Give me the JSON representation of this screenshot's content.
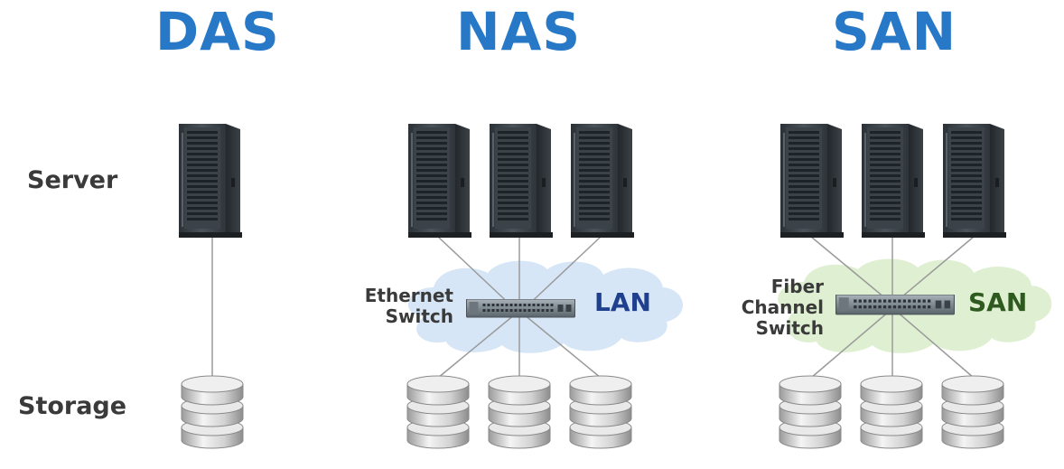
{
  "headings": {
    "das": "DAS",
    "nas": "NAS",
    "san": "SAN"
  },
  "row_labels": {
    "server": "Server",
    "storage": "Storage"
  },
  "nas": {
    "switch_label_1": "Ethernet",
    "switch_label_2": "Switch",
    "network_label": "LAN",
    "network_color": "#1f3f8f",
    "cloud_color": "#d6e6f7"
  },
  "san": {
    "switch_label_1": "Fiber",
    "switch_label_2": "Channel",
    "switch_label_3": "Switch",
    "network_label": "SAN",
    "network_color": "#2f5a1f",
    "cloud_color": "#dff0d2"
  },
  "colors": {
    "heading": "#2878c8",
    "label": "#3a3a3a",
    "server_body": "#3c4348",
    "link": "#9a9a9a"
  },
  "icons": {
    "server": "tower-server-icon",
    "storage": "disk-stack-icon",
    "switch": "network-switch-icon",
    "cloud": "network-cloud"
  }
}
